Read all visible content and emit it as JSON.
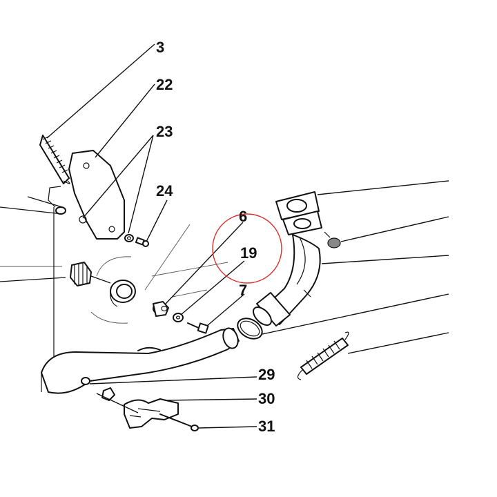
{
  "callouts": [
    {
      "id": "3",
      "label": "3"
    },
    {
      "id": "22",
      "label": "22"
    },
    {
      "id": "23",
      "label": "23"
    },
    {
      "id": "24",
      "label": "24"
    },
    {
      "id": "6",
      "label": "6"
    },
    {
      "id": "19",
      "label": "19"
    },
    {
      "id": "7",
      "label": "7"
    },
    {
      "id": "29",
      "label": "29"
    },
    {
      "id": "30",
      "label": "30"
    },
    {
      "id": "31",
      "label": "31"
    }
  ],
  "highlight_color": "#d9302c"
}
